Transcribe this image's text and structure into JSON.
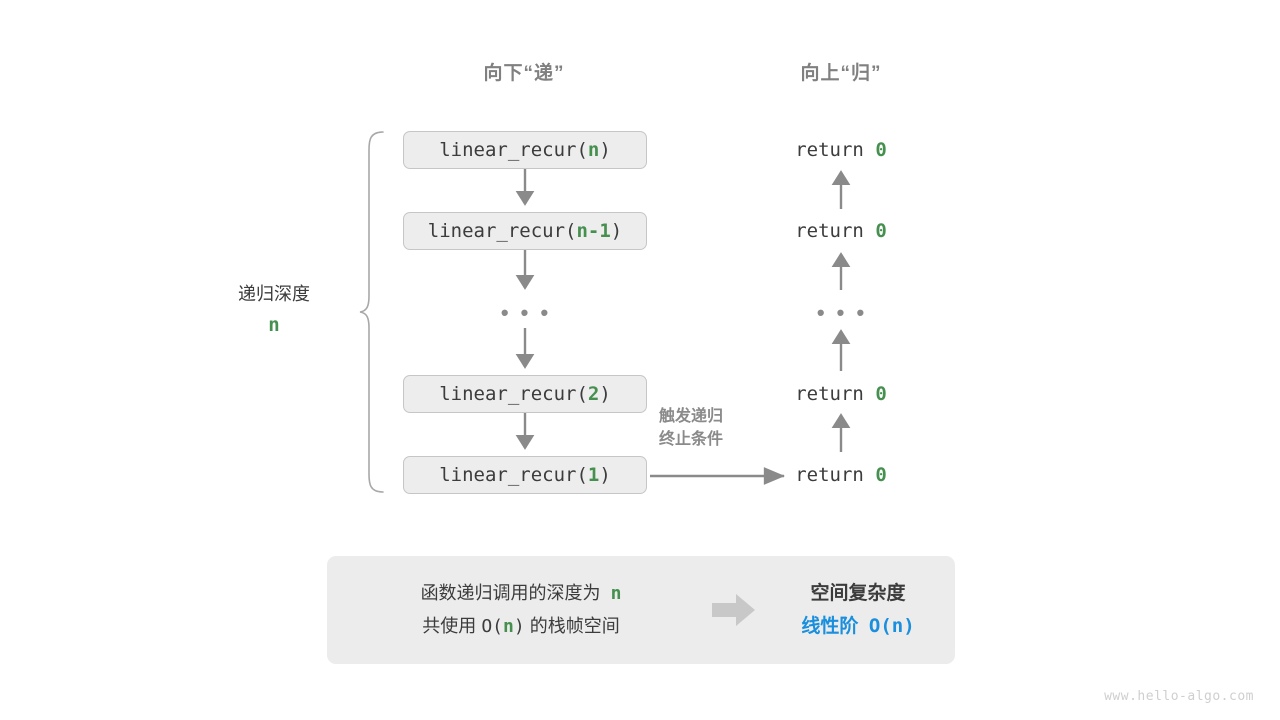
{
  "headers": {
    "down": "向下“递”",
    "up": "向上“归”"
  },
  "colors": {
    "accent_green": "#46904f",
    "accent_blue": "#1a8fdd",
    "box_fill": "#ededed",
    "box_border": "#c6c6c6",
    "arrow_gray": "#8a8a8a",
    "panel_bg": "#ececec",
    "text_dark": "#3c3c3c",
    "text_gray": "#808080"
  },
  "call_stack": [
    {
      "prefix": "linear_recur(",
      "arg": "n",
      "suffix": ")"
    },
    {
      "prefix": "linear_recur(",
      "arg": "n-1",
      "suffix": ")"
    },
    {
      "prefix": "linear_recur(",
      "arg": "2",
      "suffix": ")"
    },
    {
      "prefix": "linear_recur(",
      "arg": "1",
      "suffix": ")"
    }
  ],
  "returns": [
    {
      "keyword": "return",
      "value": "0"
    },
    {
      "keyword": "return",
      "value": "0"
    },
    {
      "keyword": "return",
      "value": "0"
    },
    {
      "keyword": "return",
      "value": "0"
    }
  ],
  "ellipsis": "• • •",
  "depth": {
    "label": "递归深度",
    "variable": "n"
  },
  "trigger_note": {
    "line1": "触发递归",
    "line2": "终止条件"
  },
  "summary": {
    "left_line1_a": "函数递归调用的深度为",
    "left_line1_var": "n",
    "left_line2_a": "共使用",
    "left_line2_mono": "O(",
    "left_line2_var": "n",
    "left_line2_mono2": ")",
    "left_line2_b": "的栈帧空间",
    "arrow_icon": "right-block-arrow",
    "right_title": "空间复杂度",
    "right_value_label": "线性阶",
    "right_value_mono": "O(n)"
  },
  "watermark": "www.hello-algo.com"
}
